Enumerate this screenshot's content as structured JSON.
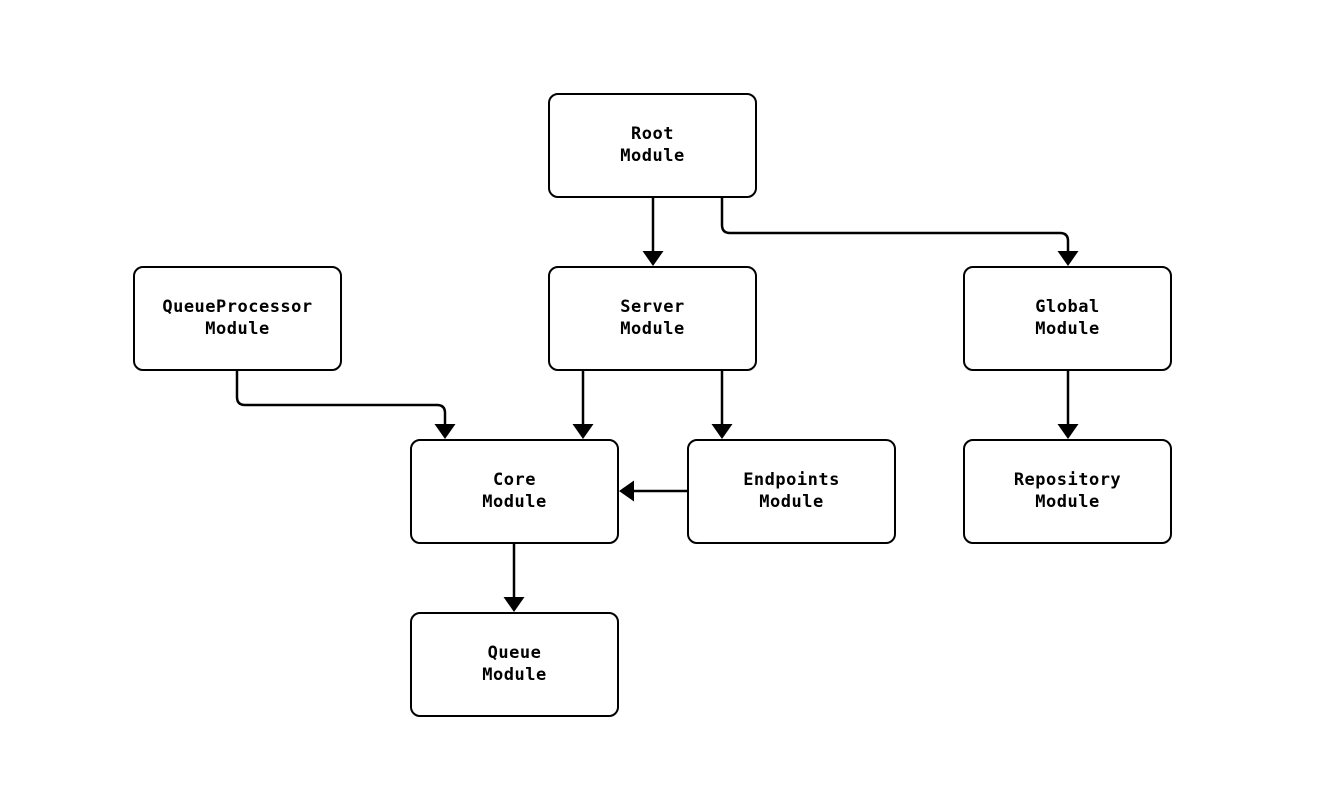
{
  "diagram": {
    "title": "Module dependency diagram",
    "background_color": "#ffffff",
    "line_color": "#000000",
    "text_color": "#000000"
  },
  "nodes": [
    {
      "id": "root",
      "line1": "Root",
      "line2": "Module"
    },
    {
      "id": "queueprocessor",
      "line1": "QueueProcessor",
      "line2": "Module"
    },
    {
      "id": "server",
      "line1": "Server",
      "line2": "Module"
    },
    {
      "id": "global",
      "line1": "Global",
      "line2": "Module"
    },
    {
      "id": "core",
      "line1": "Core",
      "line2": "Module"
    },
    {
      "id": "endpoints",
      "line1": "Endpoints",
      "line2": "Module"
    },
    {
      "id": "repository",
      "line1": "Repository",
      "line2": "Module"
    },
    {
      "id": "queue",
      "line1": "Queue",
      "line2": "Module"
    }
  ],
  "edges": [
    {
      "from": "Root Module",
      "to": "Server Module"
    },
    {
      "from": "Root Module",
      "to": "Global Module"
    },
    {
      "from": "QueueProcessor Module",
      "to": "Core Module"
    },
    {
      "from": "Server Module",
      "to": "Core Module"
    },
    {
      "from": "Server Module",
      "to": "Endpoints Module"
    },
    {
      "from": "Endpoints Module",
      "to": "Core Module"
    },
    {
      "from": "Global Module",
      "to": "Repository Module"
    },
    {
      "from": "Core Module",
      "to": "Queue Module"
    }
  ]
}
